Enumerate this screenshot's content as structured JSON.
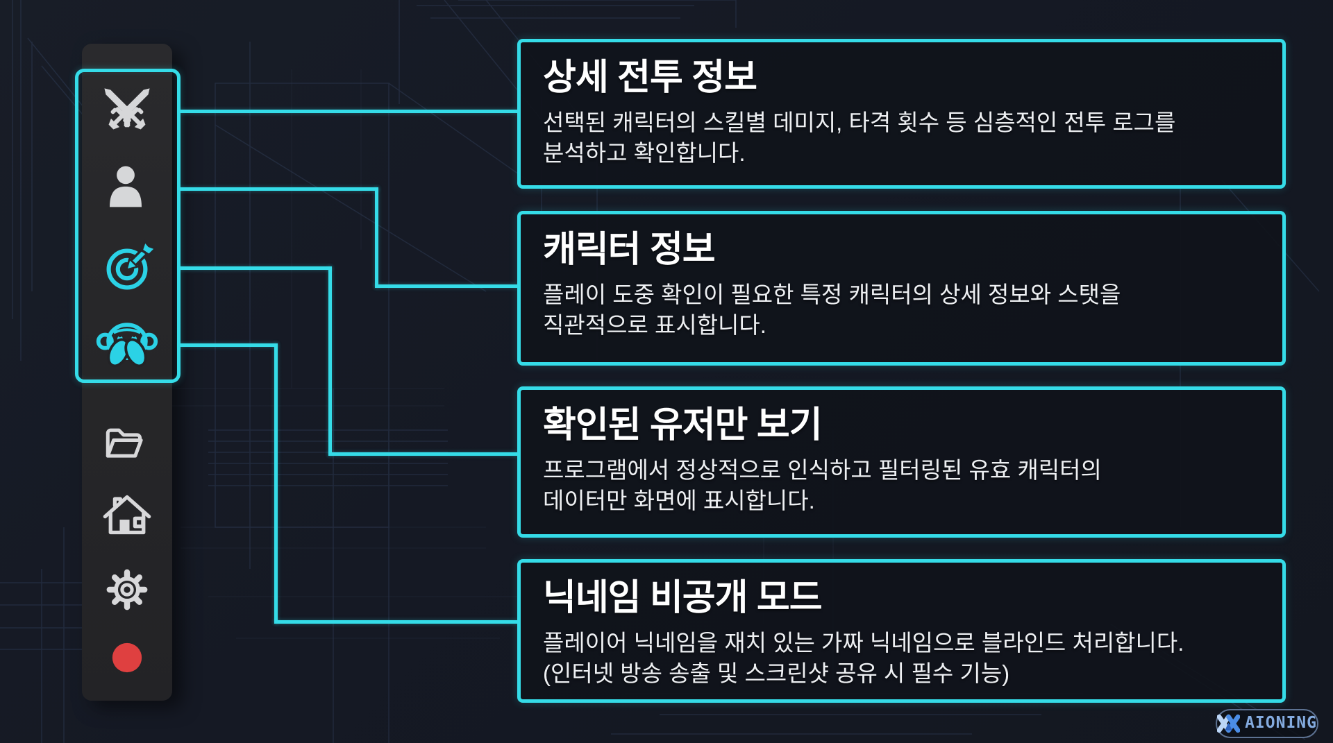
{
  "colors": {
    "accent": "#35dce8",
    "icon_gray": "#d6d7d9",
    "record_red": "#df4040",
    "logo_blue": "#84abdf"
  },
  "sidebar": {
    "icons": [
      {
        "id": "combat-log",
        "icon": "crossed-swords-icon",
        "color": "gray"
      },
      {
        "id": "character-info",
        "icon": "user-icon",
        "color": "gray"
      },
      {
        "id": "verified-filter",
        "icon": "target-dart-icon",
        "color": "cyan"
      },
      {
        "id": "nickname-blind",
        "icon": "see-no-evil-monkey-icon",
        "color": "cyan"
      },
      {
        "id": "open-folder",
        "icon": "open-folder-icon",
        "color": "gray"
      },
      {
        "id": "home",
        "icon": "home-icon",
        "color": "gray"
      },
      {
        "id": "settings",
        "icon": "gear-icon",
        "color": "gray"
      },
      {
        "id": "record",
        "icon": "record-dot-icon",
        "color": "red"
      }
    ]
  },
  "panels": [
    {
      "title": "상세 전투 정보",
      "body": "선택된 캐릭터의 스킬별 데미지, 타격 횟수 등 심층적인 전투 로그를\n분석하고 확인합니다."
    },
    {
      "title": "캐릭터 정보",
      "body": "플레이 도중 확인이 필요한 특정 캐릭터의 상세 정보와 스탯을\n직관적으로 표시합니다."
    },
    {
      "title": "확인된 유저만 보기",
      "body": "프로그램에서 정상적으로 인식하고 필터링된 유효 캐릭터의\n데이터만 화면에 표시합니다."
    },
    {
      "title": "닉네임 비공개 모드",
      "body": "플레이어 닉네임을 재치 있는 가짜 닉네임으로 블라인드 처리합니다.\n(인터넷 방송 송출 및 스크린샷 공유 시 필수 기능)"
    }
  ],
  "logo": {
    "text": "AIONING"
  }
}
